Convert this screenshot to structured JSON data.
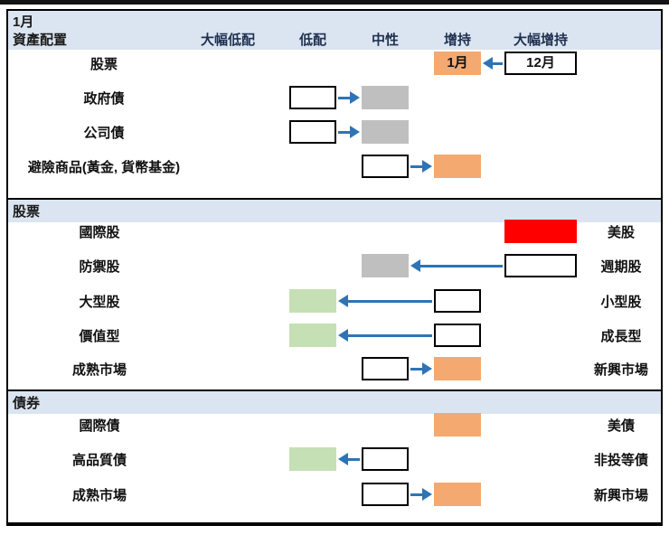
{
  "title": "1月",
  "palette": {
    "header_bg": "#DBE5F1",
    "orange": "#F3A96F",
    "gray": "#BFBFBF",
    "green": "#C5E0B4",
    "red": "#FF0000",
    "arrow_blue": "#2E74B5",
    "border": "#000000"
  },
  "columns": {
    "keys": [
      "strong_under",
      "under",
      "neutral",
      "over",
      "strong_over"
    ],
    "labels": [
      "大幅低配",
      "低配",
      "中性",
      "增持",
      "大幅增持"
    ]
  },
  "sections": [
    {
      "header": "資產配置",
      "rows": [
        {
          "label": "股票",
          "markers": [
            {
              "col": "over",
              "style": "orange",
              "text": "1月"
            },
            {
              "col": "strong_over",
              "style": "outline",
              "text": "12月",
              "wide": true
            }
          ],
          "arrow": {
            "from": "strong_over",
            "to": "over"
          }
        },
        {
          "label": "政府債",
          "markers": [
            {
              "col": "under",
              "style": "outline"
            },
            {
              "col": "neutral",
              "style": "gray"
            }
          ],
          "arrow": {
            "from": "under",
            "to": "neutral"
          }
        },
        {
          "label": "公司債",
          "markers": [
            {
              "col": "under",
              "style": "outline"
            },
            {
              "col": "neutral",
              "style": "gray"
            }
          ],
          "arrow": {
            "from": "under",
            "to": "neutral"
          }
        },
        {
          "label": "避險商品(黃金, 貨幣基金)",
          "markers": [
            {
              "col": "neutral",
              "style": "outline"
            },
            {
              "col": "over",
              "style": "orange"
            }
          ],
          "arrow": {
            "from": "neutral",
            "to": "over"
          }
        }
      ]
    },
    {
      "header": "股票",
      "rows": [
        {
          "label": "國際股",
          "right_label": "美股",
          "markers": [
            {
              "col": "strong_over",
              "style": "red",
              "wide": true
            }
          ]
        },
        {
          "label": "防禦股",
          "right_label": "週期股",
          "markers": [
            {
              "col": "neutral",
              "style": "gray"
            },
            {
              "col": "strong_over",
              "style": "outline",
              "wide": true
            }
          ],
          "arrow": {
            "from": "strong_over",
            "to": "neutral"
          }
        },
        {
          "label": "大型股",
          "right_label": "小型股",
          "markers": [
            {
              "col": "under",
              "style": "green"
            },
            {
              "col": "over",
              "style": "outline"
            }
          ],
          "arrow": {
            "from": "over",
            "to": "under"
          }
        },
        {
          "label": "價值型",
          "right_label": "成長型",
          "markers": [
            {
              "col": "under",
              "style": "green"
            },
            {
              "col": "over",
              "style": "outline"
            }
          ],
          "arrow": {
            "from": "over",
            "to": "under"
          }
        },
        {
          "label": "成熟市場",
          "right_label": "新興市場",
          "markers": [
            {
              "col": "neutral",
              "style": "outline"
            },
            {
              "col": "over",
              "style": "orange"
            }
          ],
          "arrow": {
            "from": "neutral",
            "to": "over"
          }
        }
      ]
    },
    {
      "header": "債券",
      "rows": [
        {
          "label": "國際債",
          "right_label": "美債",
          "markers": [
            {
              "col": "over",
              "style": "orange"
            }
          ]
        },
        {
          "label": "高品質債",
          "right_label": "非投等債",
          "markers": [
            {
              "col": "under",
              "style": "green"
            },
            {
              "col": "neutral",
              "style": "outline"
            }
          ],
          "arrow": {
            "from": "neutral",
            "to": "under"
          }
        },
        {
          "label": "成熟市場",
          "right_label": "新興市場",
          "markers": [
            {
              "col": "neutral",
              "style": "outline"
            },
            {
              "col": "over",
              "style": "orange"
            }
          ],
          "arrow": {
            "from": "neutral",
            "to": "over"
          }
        }
      ]
    }
  ]
}
